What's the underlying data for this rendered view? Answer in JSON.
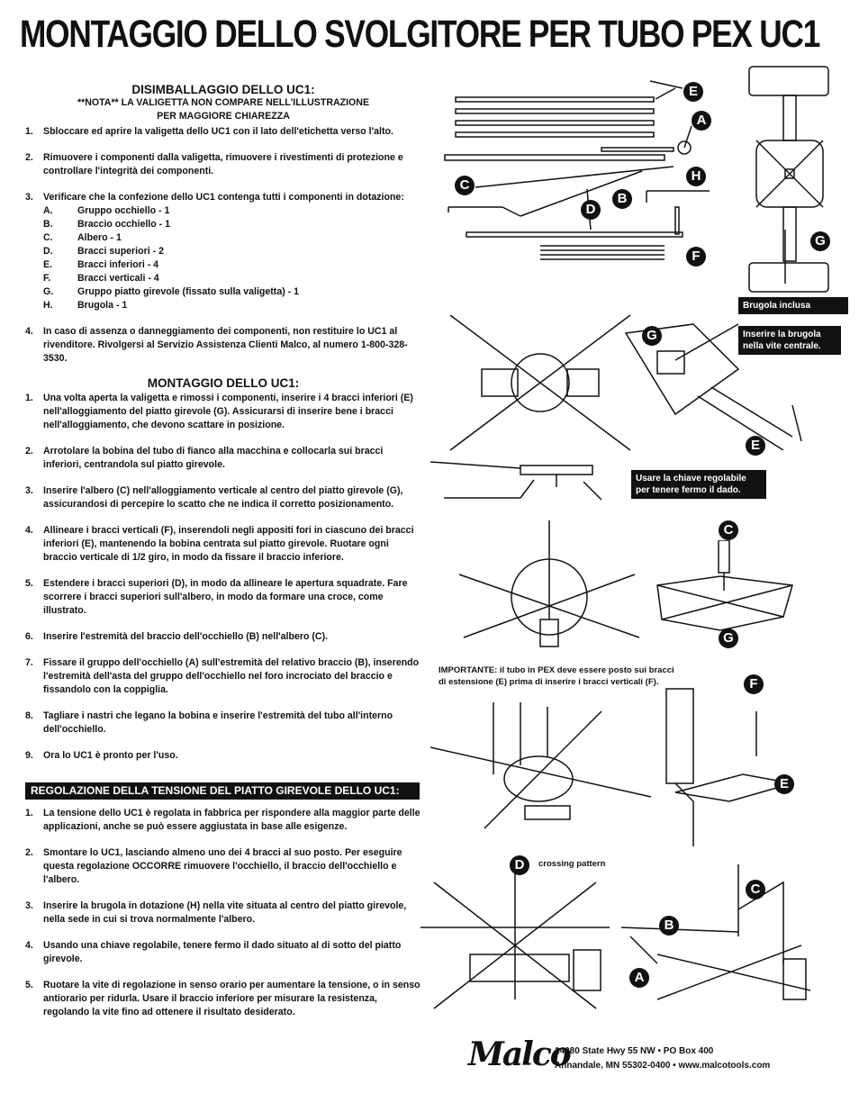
{
  "title": "MONTAGGIO DELLO SVOLGITORE PER TUBO PEX UC1",
  "unpacking": {
    "heading": "DISIMBALLAGGIO DELLO UC1:",
    "note1": "**NOTA** LA VALIGETTA NON COMPARE NELL'ILLUSTRAZIONE",
    "note2": "PER MAGGIORE CHIAREZZA",
    "steps": [
      {
        "n": "1.",
        "t": "Sbloccare ed aprire la valigetta dello UC1 con il lato dell'etichetta verso l'alto."
      },
      {
        "n": "2.",
        "t": "Rimuovere i componenti dalla valigetta, rimuovere i rivestimenti di protezione e controllare l'integrità dei componenti."
      },
      {
        "n": "3.",
        "t": "Verificare che la confezione dello UC1 contenga tutti i componenti in dotazione:"
      },
      {
        "n": "4.",
        "t": "In caso di assenza o danneggiamento dei componenti, non restituire lo UC1 al rivenditore. Rivolgersi al Servizio Assistenza Clienti Malco, al numero 1-800-328-3530."
      }
    ],
    "parts": [
      {
        "k": "A.",
        "v": "Gruppo occhiello - 1"
      },
      {
        "k": "B.",
        "v": "Braccio occhiello - 1"
      },
      {
        "k": "C.",
        "v": "Albero - 1"
      },
      {
        "k": "D.",
        "v": "Bracci superiori - 2"
      },
      {
        "k": "E.",
        "v": "Bracci inferiori - 4"
      },
      {
        "k": "F.",
        "v": "Bracci verticali - 4"
      },
      {
        "k": "G.",
        "v": "Gruppo piatto girevole (fissato sulla valigetta) - 1"
      },
      {
        "k": "H.",
        "v": "Brugola - 1"
      }
    ]
  },
  "assembly": {
    "heading": "MONTAGGIO DELLO UC1:",
    "steps": [
      {
        "n": "1.",
        "t": "Una volta aperta la valigetta e rimossi i componenti, inserire i 4 bracci inferiori (E) nell'alloggiamento del piatto girevole (G). Assicurarsi di inserire bene i bracci nell'alloggiamento, che devono scattare in posizione."
      },
      {
        "n": "2.",
        "t": "Arrotolare la bobina del tubo di fianco alla macchina e collocarla sui bracci inferiori, centrandola sul piatto girevole."
      },
      {
        "n": "3.",
        "t": "Inserire l'albero (C) nell'alloggiamento verticale al centro del piatto girevole (G), assicurandosi di percepire lo scatto che ne indica il corretto posizionamento."
      },
      {
        "n": "4.",
        "t": "Allineare i bracci verticali (F), inserendoli negli appositi fori in ciascuno dei bracci inferiori (E), mantenendo la bobina centrata sul piatto girevole. Ruotare ogni braccio verticale di 1/2 giro, in modo da fissare il braccio inferiore."
      },
      {
        "n": "5.",
        "t": "Estendere i bracci superiori (D), in modo da allineare le apertura squadrate. Fare scorrere i bracci superiori sull'albero, in modo da formare una croce, come illustrato."
      },
      {
        "n": "6.",
        "t": "Inserire l'estremità del braccio dell'occhiello (B) nell'albero (C)."
      },
      {
        "n": "7.",
        "t": "Fissare il gruppo dell'occhiello (A) sull'estremità del relativo braccio (B), inserendo l'estremità dell'asta del gruppo dell'occhiello nel foro incrociato del braccio e fissandolo con la coppiglia."
      },
      {
        "n": "8.",
        "t": "Tagliare i nastri che legano la bobina e inserire l'estremità del tubo all'interno dell'occhiello."
      },
      {
        "n": "9.",
        "t": "Ora lo UC1 è pronto per l'uso."
      }
    ]
  },
  "tension": {
    "heading": "REGOLAZIONE DELLA TENSIONE DEL PIATTO GIREVOLE DELLO UC1:",
    "steps": [
      {
        "n": "1.",
        "t": "La tensione dello UC1 è regolata in fabbrica per rispondere alla maggior parte delle applicazioni, anche se può essere aggiustata in base alle esigenze."
      },
      {
        "n": "2.",
        "t": "Smontare lo UC1, lasciando almeno uno dei 4 bracci al suo posto. Per eseguire questa regolazione OCCORRE rimuovere l'occhiello, il braccio dell'occhiello e l'albero."
      },
      {
        "n": "3.",
        "t": "Inserire la brugola in dotazione (H) nella vite situata al centro del piatto girevole, nella sede in cui si trova normalmente l'albero."
      },
      {
        "n": "4.",
        "t": "Usando una chiave regolabile, tenere fermo il dado situato al di sotto del piatto girevole."
      },
      {
        "n": "5.",
        "t": "Ruotare la vite di regolazione in senso orario per aumentare la tensione, o in senso antiorario per ridurla. Usare il braccio inferiore per misurare la resistenza, regolando la vite fino ad ottenere il risultato desiderato."
      }
    ]
  },
  "figures": {
    "brugola_inclusa": "Brugola inclusa",
    "inserire_brugola": "Inserire la brugola nella vite centrale.",
    "chiave": "Usare la chiave regolabile per tenere fermo il dado.",
    "importante": "IMPORTANTE: il tubo in PEX deve essere posto sui bracci di estensione (E) prima di inserire i bracci verticali (F).",
    "crossing": "crossing pattern",
    "labels": {
      "A": "A",
      "B": "B",
      "C": "C",
      "D": "D",
      "E": "E",
      "F": "F",
      "G": "G",
      "H": "H"
    }
  },
  "footer": {
    "logo": "Malco",
    "line1": "14080 State Hwy 55 NW • PO Box 400",
    "line2": "Annandale, MN 55302-0400 • www.malcotools.com"
  }
}
